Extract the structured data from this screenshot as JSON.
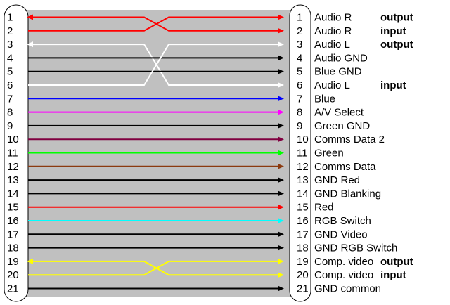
{
  "pins": [
    {
      "left": "1",
      "right": "1",
      "label": "Audio R",
      "note": "output",
      "color": "#ff0000",
      "style": "cross-a",
      "arrows": "both"
    },
    {
      "left": "2",
      "right": "2",
      "label": "Audio R",
      "note": "input",
      "color": "#ff0000",
      "style": "cross-b",
      "arrows": "end"
    },
    {
      "left": "3",
      "right": "3",
      "label": "Audio L",
      "note": "output",
      "color": "#ffffff",
      "style": "cross3-a",
      "arrows": "both"
    },
    {
      "left": "4",
      "right": "4",
      "label": "Audio GND",
      "note": "",
      "color": "#000000",
      "style": "straight",
      "arrows": "end"
    },
    {
      "left": "5",
      "right": "5",
      "label": "Blue GND",
      "note": "",
      "color": "#000000",
      "style": "straight",
      "arrows": "end"
    },
    {
      "left": "6",
      "right": "6",
      "label": "Audio L",
      "note": "input",
      "color": "#ffffff",
      "style": "cross3-b",
      "arrows": "end"
    },
    {
      "left": "7",
      "right": "7",
      "label": "Blue",
      "note": "",
      "color": "#0000ff",
      "style": "straight",
      "arrows": "end"
    },
    {
      "left": "8",
      "right": "8",
      "label": "A/V Select",
      "note": "",
      "color": "#ff00ff",
      "style": "straight",
      "arrows": "end"
    },
    {
      "left": "9",
      "right": "9",
      "label": "Green GND",
      "note": "",
      "color": "#000000",
      "style": "straight",
      "arrows": "end"
    },
    {
      "left": "10",
      "right": "10",
      "label": "Comms Data 2",
      "note": "",
      "color": "#800040",
      "style": "straight",
      "arrows": "end"
    },
    {
      "left": "11",
      "right": "11",
      "label": "Green",
      "note": "",
      "color": "#00ff00",
      "style": "straight",
      "arrows": "end"
    },
    {
      "left": "12",
      "right": "12",
      "label": "Comms Data",
      "note": "",
      "color": "#8b3a0f",
      "style": "straight",
      "arrows": "end"
    },
    {
      "left": "13",
      "right": "13",
      "label": "GND Red",
      "note": "",
      "color": "#000000",
      "style": "straight",
      "arrows": "end"
    },
    {
      "left": "14",
      "right": "14",
      "label": "GND Blanking",
      "note": "",
      "color": "#000000",
      "style": "straight",
      "arrows": "end"
    },
    {
      "left": "15",
      "right": "15",
      "label": "Red",
      "note": "",
      "color": "#ff0000",
      "style": "straight",
      "arrows": "end"
    },
    {
      "left": "16",
      "right": "16",
      "label": "RGB Switch",
      "note": "",
      "color": "#00ffff",
      "style": "straight",
      "arrows": "end"
    },
    {
      "left": "17",
      "right": "17",
      "label": "GND Video",
      "note": "",
      "color": "#000000",
      "style": "straight",
      "arrows": "end"
    },
    {
      "left": "18",
      "right": "18",
      "label": "GND RGB Switch",
      "note": "",
      "color": "#000000",
      "style": "straight",
      "arrows": "end"
    },
    {
      "left": "19",
      "right": "19",
      "label": "Comp. video",
      "note": "output",
      "color": "#ffff00",
      "style": "cross-a",
      "arrows": "both"
    },
    {
      "left": "20",
      "right": "20",
      "label": "Comp. video",
      "note": "input",
      "color": "#ffff00",
      "style": "cross-b",
      "arrows": "end"
    },
    {
      "left": "21",
      "right": "21",
      "label": "GND common",
      "note": "",
      "color": "#000000",
      "style": "straight",
      "arrows": "end"
    }
  ],
  "colors": {
    "panel": "#c0c0c0",
    "connector": "#ffffff",
    "outline": "#000000"
  }
}
